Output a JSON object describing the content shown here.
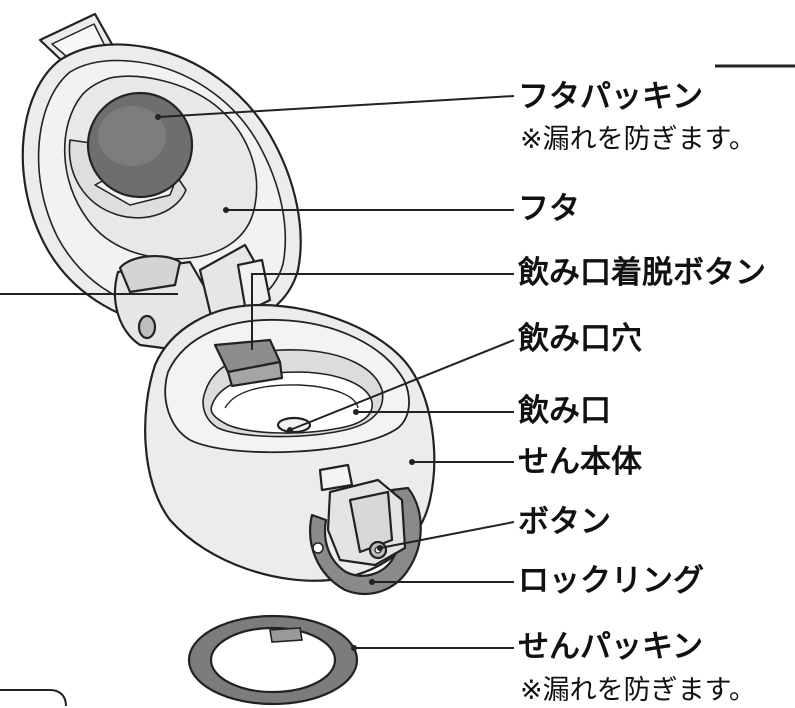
{
  "labels": {
    "lid_packing": "フタパッキン",
    "lid_packing_note": "※漏れを防ぎます。",
    "lid": "フタ",
    "spout_release_button": "飲み口着脱ボタン",
    "spout_hole": "飲み口穴",
    "spout": "飲み口",
    "stopper_body": "せん本体",
    "button": "ボタン",
    "lock_ring": "ロックリング",
    "stopper_packing": "せんパッキン",
    "stopper_packing_note": "※漏れを防ぎます。"
  },
  "colors": {
    "outline": "#222222",
    "body_fill": "#ececec",
    "packing_dark": "#6e6e6e",
    "ring_gray": "#8a8a8a",
    "light_gray": "#bdbdbd"
  }
}
